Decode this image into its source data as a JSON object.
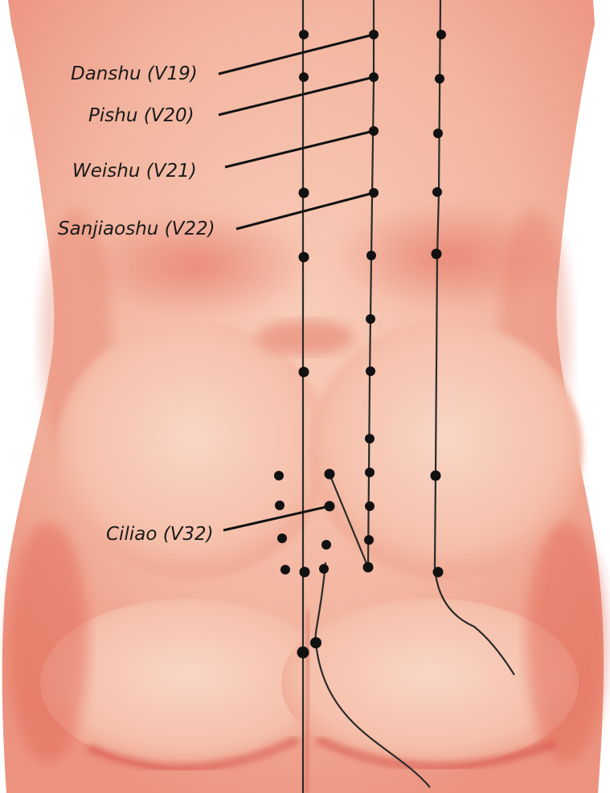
{
  "points": [
    {
      "id": "danshu",
      "label": "Danshu (V19)"
    },
    {
      "id": "pishu",
      "label": "Pishu (V20)"
    },
    {
      "id": "weishu",
      "label": "Weishu (V21)"
    },
    {
      "id": "sanjiaoshu",
      "label": "Sanjiaoshu (V22)"
    },
    {
      "id": "ciliao",
      "label": "Ciliao (V32)"
    }
  ],
  "colors": {
    "skin": "#f3b19c",
    "skin_light": "#f8d0bd",
    "shadow": "#e6826e",
    "crease": "#d4554a",
    "meridian": "#2a2a2a",
    "point": "#111111",
    "background": "#ffffff"
  }
}
